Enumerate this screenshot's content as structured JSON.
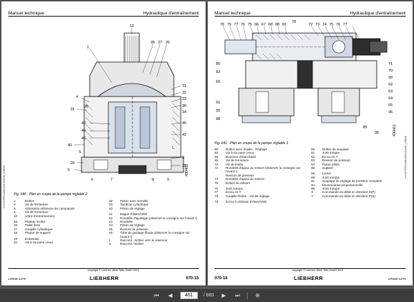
{
  "left_page": {
    "header_left": "Manuel technique",
    "header_right": "Hydraulique d'entraînement",
    "figure_callouts": [
      "10",
      "1",
      "28",
      "27",
      "26",
      "4",
      "31",
      "32",
      "33",
      "31",
      "30",
      "35",
      "34",
      "45",
      "44",
      "46",
      "43",
      "42",
      "40",
      "3",
      "25",
      "29",
      "L",
      "S",
      "5",
      "6",
      "7",
      "8",
      "9"
    ],
    "figure_code": "430402",
    "caption": "Fig. 640 : Plan en coupe de la pompe réglable 2",
    "legend_left": [
      {
        "num": "1",
        "text": "Boîtier"
      },
      {
        "num": "4",
        "text": "Vis de fermeture"
      },
      {
        "num": "5",
        "text": "Admission inférieure de commande"
      },
      {
        "num": "6",
        "text": "Vis de fermeture"
      },
      {
        "num": "10",
        "text": "Arbre d'entraînement"
      },
      {
        "num": "",
        "text": ""
      },
      {
        "num": "25",
        "text": "Plateau incliné"
      },
      {
        "num": "26",
        "text": "Palier lisse"
      },
      {
        "num": "27",
        "text": "Goupille cylindrique"
      },
      {
        "num": "28",
        "text": "Plaque de support"
      },
      {
        "num": "",
        "text": ""
      },
      {
        "num": "29",
        "text": "Entretoise"
      },
      {
        "num": "31",
        "text": "Vis à six pans creux"
      }
    ],
    "legend_right": [
      {
        "num": "32",
        "text": "Piston avec semelle"
      },
      {
        "num": "34",
        "text": "Tambour cylindrique"
      },
      {
        "num": "40",
        "text": "Piston de réglage"
      },
      {
        "num": "",
        "text": ""
      },
      {
        "num": "41",
        "text": "Bague d'étanchéité"
      },
      {
        "num": "42",
        "text": "Rondelle d'ajustage (observer la consigne sur l'avant !)"
      },
      {
        "num": "43",
        "text": "Rondelle"
      },
      {
        "num": "44",
        "text": "Piston de réglage"
      },
      {
        "num": "45",
        "text": "Ressort de pression"
      },
      {
        "num": "46",
        "text": "Tube de guidage (fluide (observer la consigne sur l'avant !)"
      },
      {
        "num": "L",
        "text": "Raccord - Boîtier vers le réservoir"
      },
      {
        "num": "U",
        "text": "Raccord / Boîtier"
      }
    ],
    "side_reference": "LHY/07/FR/1008/2301/020/08_LZ8636",
    "copyright": "copyright © Liebherr-Werk Telfs GmbH 2021",
    "brand": "LIEBHERR",
    "doc_ref": "LR636-1270",
    "page_number": "070-15"
  },
  "right_page": {
    "header_left": "Manuel technique",
    "header_right": "Hydraulique d'entraînement",
    "figure_callouts_top": [
      "78",
      "79",
      "77",
      "76",
      "75",
      "66",
      "67",
      "68",
      "88",
      "81",
      "78",
      "72",
      "73",
      "74",
      "75",
      "76",
      "77"
    ],
    "figure_callouts_left": [
      "80",
      "83",
      "60",
      "91",
      "90",
      "88"
    ],
    "figure_callouts_right": [
      "71",
      "70",
      "69",
      "62",
      "63",
      "64",
      "65",
      "96",
      "85",
      "95"
    ],
    "figure_code": "430411",
    "caption": "Fig. 641 : Plan en coupe de la pompe réglable 3",
    "legend_left": [
      {
        "num": "60",
        "text": "Boîtier avec douille - Réglage"
      },
      {
        "num": "63",
        "text": "Vis à six pans creux"
      },
      {
        "num": "66",
        "text": "Bouchon d'étanchéité"
      },
      {
        "num": "69",
        "text": "Vis de fermeture"
      },
      {
        "num": "70",
        "text": "Vis de butée"
      },
      {
        "num": "72",
        "text": "Rondelle d'appui du ressort (observer la consigne sur l'avant !)"
      },
      {
        "num": "",
        "text": "Ressort de pression"
      },
      {
        "num": "73",
        "text": "Rondelle d'appui du ressort"
      },
      {
        "num": "75",
        "text": "Boîtier de ressort"
      },
      {
        "num": "",
        "text": ""
      },
      {
        "num": "76",
        "text": "Joint torique"
      },
      {
        "num": "77",
        "text": "Écrou en T"
      },
      {
        "num": "78",
        "text": "Goupille filetée - Vis de réglage"
      },
      {
        "num": "",
        "text": ""
      },
      {
        "num": "79",
        "text": "Écrou à embase d'étanchéité"
      }
    ],
    "legend_right": [
      {
        "num": "80",
        "text": "Boîtier de soupape"
      },
      {
        "num": "81",
        "text": "Joint torique"
      },
      {
        "num": "82",
        "text": "Écrou en T"
      },
      {
        "num": "83",
        "text": "Ressort de pression"
      },
      {
        "num": "84",
        "text": "Piston pilote"
      },
      {
        "num": "85",
        "text": "Support"
      },
      {
        "num": "",
        "text": ""
      },
      {
        "num": "86",
        "text": "Levier"
      },
      {
        "num": "88",
        "text": "Joint torique"
      },
      {
        "num": "91",
        "text": "Soupape de réglage de pression complète"
      },
      {
        "num": "94",
        "text": "Électrovanne proportionnelle"
      },
      {
        "num": "95",
        "text": "Joint torique"
      },
      {
        "num": "X",
        "text": "Commande du débit en direction S(P)"
      },
      {
        "num": "Y",
        "text": "Commande du débit en direction P(S)"
      }
    ],
    "side_reference": "LHY/07/FR/1008/2301/020/08_LZ8636",
    "copyright": "copyright © Liebherr-Werk Telfs GmbH 2021",
    "brand": "LIEBHERR",
    "doc_ref": "LR636-1270",
    "page_number": "070-16"
  },
  "toolbar": {
    "current_page": "461",
    "total_pages": "/ 860"
  }
}
